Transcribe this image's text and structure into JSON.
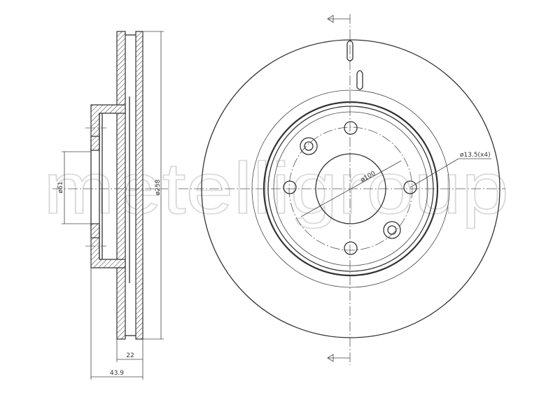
{
  "watermark": "metelligroup",
  "dimensions": {
    "hub_bore": "ø61",
    "outer_diameter": "ø258",
    "disc_thickness": "22",
    "total_height": "43.9",
    "bolt_circle": "ø100",
    "bolt_holes": "ø13.5(x4)"
  }
}
